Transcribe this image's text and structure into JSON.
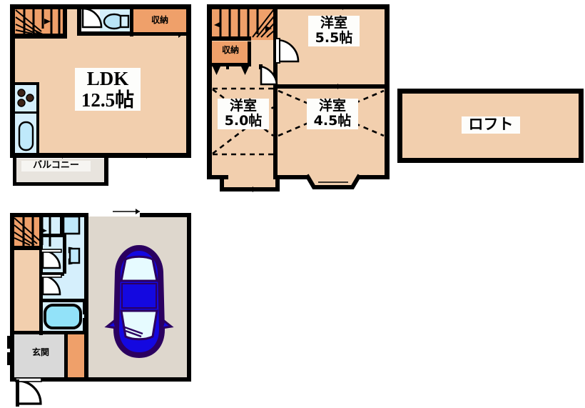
{
  "document": {
    "type": "japanese-real-estate-floor-plan",
    "panel_count": 4
  },
  "panels": [
    {
      "id": "upper-floor-ldk",
      "rooms": [
        {
          "name": "ldk",
          "label": "LDK",
          "area_label": "12.5帖",
          "size_jo": 12.5
        },
        {
          "name": "storage",
          "label": "収納"
        },
        {
          "name": "balcony",
          "label": "バルコニー"
        }
      ],
      "fixtures": [
        "staircase",
        "toilet",
        "washbasin",
        "kitchen-stove",
        "kitchen-sink",
        "door-swing"
      ]
    },
    {
      "id": "bedroom-floor",
      "rooms": [
        {
          "name": "bedroom-north",
          "label": "洋室",
          "area_label": "5.5帖",
          "size_jo": 5.5
        },
        {
          "name": "bedroom-west",
          "label": "洋室",
          "area_label": "5.0帖",
          "size_jo": 5.0
        },
        {
          "name": "bedroom-east",
          "label": "洋室",
          "area_label": "4.5帖",
          "size_jo": 4.5
        },
        {
          "name": "storage",
          "label": "収納"
        }
      ],
      "fixtures": [
        "staircase",
        "door-swing",
        "closet-doors",
        "bay-window"
      ]
    },
    {
      "id": "loft",
      "rooms": [
        {
          "name": "loft",
          "label": "ロフト"
        }
      ],
      "fixtures": []
    },
    {
      "id": "ground-floor",
      "rooms": [
        {
          "name": "entrance",
          "label": "玄関"
        },
        {
          "name": "garage",
          "label": ""
        }
      ],
      "fixtures": [
        "staircase",
        "toilet",
        "washbasin",
        "bathtub",
        "door-swing",
        "entrance-door",
        "parked-car"
      ]
    }
  ],
  "colors": {
    "wall": "#000000",
    "floor": "#f2cfae",
    "storage": "#efa06a",
    "water": "#d5effc",
    "garage": "#ded7cd",
    "entrance": "#d9d9d9",
    "balcony": "#e8e4de",
    "car_body": "#1408e0",
    "car_glass": "#e6fbff",
    "background": "#ffffff"
  }
}
